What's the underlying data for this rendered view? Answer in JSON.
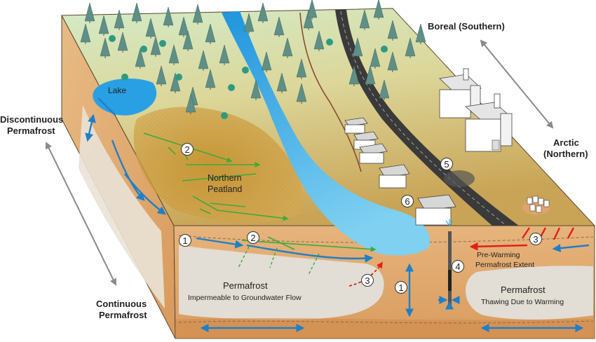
{
  "labels": {
    "boreal": "Boreal (Southern)",
    "arctic_line1": "Arctic",
    "arctic_line2": "(Northern)",
    "discontinuous_line1": "Discontinuous",
    "discontinuous_line2": "Permafrost",
    "continuous_line1": "Continuous",
    "continuous_line2": "Permafrost",
    "lake": "Lake",
    "peatland_line1": "Northern",
    "peatland_line2": "Peatland",
    "permafrost_left_title": "Permafrost",
    "permafrost_left_sub": "Impermeable to Groundwater Flow",
    "permafrost_right_title": "Permafrost",
    "permafrost_right_sub": "Thawing Due to Warming",
    "prewarming_line1": "Pre-Warming",
    "prewarming_line2": "Permafrost Extent"
  },
  "markers": [
    "1",
    "2",
    "2",
    "3",
    "3",
    "1",
    "4",
    "5",
    "6"
  ],
  "colors": {
    "sky_top": "#cfe6c4",
    "land_mid": "#d9c789",
    "land_low": "#caa85c",
    "river": "#3aa6e0",
    "peat": "#c9922e",
    "soil": "#e3b07a",
    "permafrost": "#dedad3",
    "arrow_blue": "#1f7fc8",
    "arrow_green": "#3dab3a",
    "arrow_red": "#e0201c",
    "tree": "#5f8f86"
  }
}
